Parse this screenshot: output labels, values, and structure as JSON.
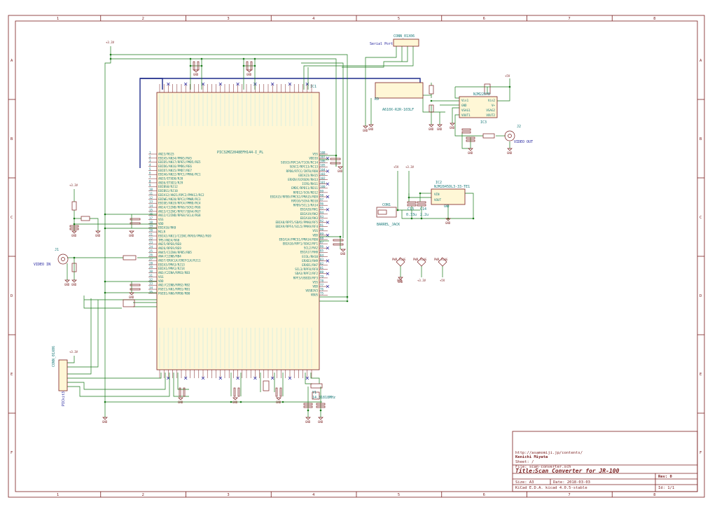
{
  "frame": {
    "columns": [
      "1",
      "2",
      "3",
      "4",
      "5",
      "6",
      "7",
      "8"
    ],
    "rows": [
      "A",
      "B",
      "C",
      "D",
      "E",
      "F"
    ]
  },
  "mcu": {
    "ref": "IC1",
    "value": "PIC32MZ2048EFH144-I_PL",
    "left_pins": [
      "AN23/RG15",
      "EBIA5/AN34/PMA5/RA5",
      "EBID5/AN17/RPE5/PMD5/RE5",
      "EBID6/AN16/PMD6/RE6",
      "EBID7/AN15/PMD7/RE7",
      "EBIA6/AN22/RPC1/PMA6/RC1",
      "AN35/ETXD0/RJ8",
      "AN36/ETXD1/RJ9",
      "EBIBS0/RJ12",
      "EBIBS1/RJ10",
      "EBIA12/AN21/RPC2/PMA12/RC2",
      "EBIWE/AN20/RPC3/PMWR/RC3",
      "EBIOE/AN19/RPC4/PMRD/RC4",
      "AN14/C1IND/RPG6/SCK2/RG6",
      "AN13/C1INC/RPG7/SDA4/RG7",
      "AN12/C2IND/RPG8/SCL4/RG8",
      "VSS",
      "VDD",
      "EBIA16/RK0",
      "MCLR",
      "EBIA2/AN11/C2INC/RPG9/PMA2/RG9",
      "TMS/AN24/RA0",
      "AN25/RPE8/RE8",
      "AN26/RPE9/RE9",
      "AN45/C1INA/RPB5/RB5",
      "AN4/C1INB/RB4",
      "AN37/ERXCLK/EREFCLK/RJ11",
      "EBIA3/PMA3/RJ13",
      "EBIA1/PMA1/RJ14",
      "AN3/C2INA/RPB3/RB3",
      "VSS",
      "VDD",
      "AN2/C2INB/RPB2/RB2",
      "PGEC1/AN1/RPB1/RB1",
      "PGED1/AN0/RPB0/RB0"
    ],
    "right_pins": [
      "VSS",
      "VDDIO",
      "SOSCO/RPC14/T1CK/RC14",
      "SOSCI/RPC13/RC13",
      "RPD0/RTCC/INT0/RD0",
      "EBIA23/RH15",
      "ERXDV/ECRSDV/RH13",
      "ICRS/RH11",
      "EMDC/RPD11/RD11",
      "RPD12/SCK/RD12",
      "EBIA15/RPD9/PMCS2/PMA15/RD9",
      "RPD10/SCK4/RD10",
      "RPD9/SCL1/RA14",
      "EBIA20/RK1",
      "EBIA19/RK2",
      "EBIA18/RK3",
      "EBIA8/RPF5/SDA5/PMA8/RF5",
      "EBIA9/RPF4/SCL5/PMA9/RF4",
      "VSS",
      "VDD",
      "EBIA14/PMCS1/PMA14/RD0",
      "EBIA10/RPF1/SDA2/RF1",
      "SCL2/RA2",
      "EBIA17/RH8",
      "ECOL/RH10",
      "ERXD3/RH9",
      "ERXD1/RH7",
      "SCL3/RPF8/RF8",
      "SDA3/RPF2/RF2",
      "RPF3/USBID/RF3",
      "VSS",
      "VDD",
      "VUSB3V3",
      "VBUS"
    ],
    "right_pin_numbers": [
      "108",
      "107",
      "106",
      "105",
      "104",
      "103",
      "102",
      "101",
      "100",
      "99",
      "98",
      "97",
      "96",
      "95",
      "94",
      "93",
      "92",
      "91",
      "90",
      "89",
      "88",
      "87",
      "86",
      "85",
      "84",
      "83",
      "82",
      "81",
      "80",
      "79",
      "78",
      "77",
      "76",
      "75"
    ]
  },
  "parts": {
    "serial_port": {
      "ref": "CONN_01X06",
      "net": "Serial Port"
    },
    "resistor_array": {
      "ref": "R9",
      "value": "A610X-R2R-103LF"
    },
    "video_ic": {
      "ref": "IC3",
      "value": "NJM2267D",
      "pins": [
        "Vin1",
        "GND",
        "VSAG1",
        "VOUT1"
      ],
      "pins_right": [
        "Vin2",
        "V+",
        "VSAG2",
        "VOUT2"
      ]
    },
    "video_out": {
      "ref": "J2",
      "net": "VIDEO OUT"
    },
    "video_in": {
      "ref": "J1",
      "net": "VIDEO IN"
    },
    "regulator": {
      "ref": "IC2",
      "value": "NJM2845DL3-33-TE1",
      "pin_in": "VIN",
      "pin_out": "VOUT",
      "pin_gnd": "GND"
    },
    "barrel": {
      "ref": "CON1",
      "value": "BARREL_JACK"
    },
    "icsp": {
      "ref": "CONN_01X06",
      "value": "PICkit3"
    },
    "crystal": {
      "ref": "Y1",
      "value": "14.31818MHz"
    },
    "c13": {
      "ref": "C13",
      "value": "0.33u"
    },
    "c14": {
      "ref": "C14",
      "value": "2.2u"
    },
    "pwr_flags": [
      "PWR_FLAG",
      "PWR_FLAG",
      "PWR_FLAG"
    ],
    "rails": {
      "v33": "+3.3V",
      "v5": "+5V",
      "gnd": "GND"
    }
  },
  "title_block": {
    "url": "http://asamomiji.jp/contents/",
    "author": "Kenichi Miyata",
    "sheet": "Sheet: /",
    "file": "File: scan-converter.sch",
    "title_label": "Title:",
    "title": "Scan Converter for JR-100",
    "size": "Size: A3",
    "date": "Date: 2018-03-03",
    "rev": "Rev: 0",
    "tool": "KiCad E.D.A.  kicad 4.0.5-stable",
    "id": "Id: 1/1"
  }
}
